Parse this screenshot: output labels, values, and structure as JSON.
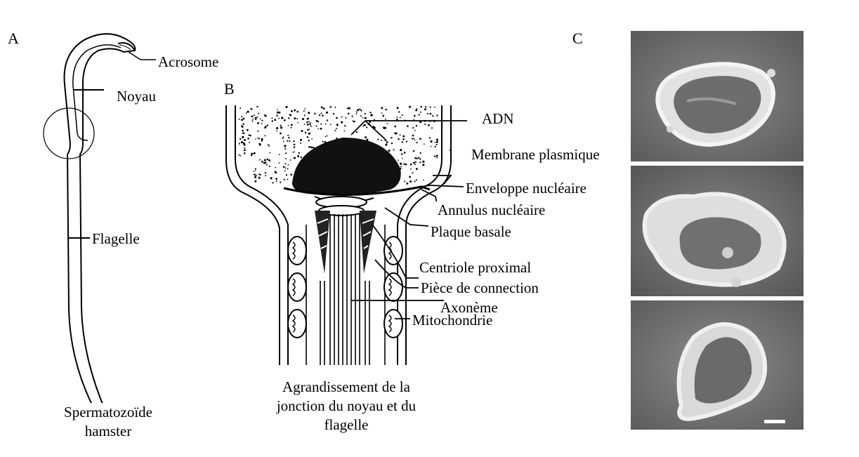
{
  "panels": {
    "a": {
      "letter": "A",
      "labels": {
        "acrosome": "Acrosome",
        "noyau": "Noyau",
        "flagelle": "Flagelle"
      },
      "caption": [
        "Spermatozoïde",
        "hamster"
      ]
    },
    "b": {
      "letter": "B",
      "labels": {
        "adn": "ADN",
        "membrane": "Membrane plasmique",
        "enveloppe": "Enveloppe nucléaire",
        "annulus": "Annulus nucléaire",
        "plaque": "Plaque basale",
        "centriole": "Centriole proximal",
        "piece": "Pièce de connection",
        "axoneme": "Axonème",
        "mitochondrie": "Mitochondrie"
      },
      "caption": [
        "Agrandissement de la",
        "jonction du noyau et du",
        "flagelle"
      ]
    },
    "c": {
      "letter": "C",
      "photo_count": 3
    }
  }
}
